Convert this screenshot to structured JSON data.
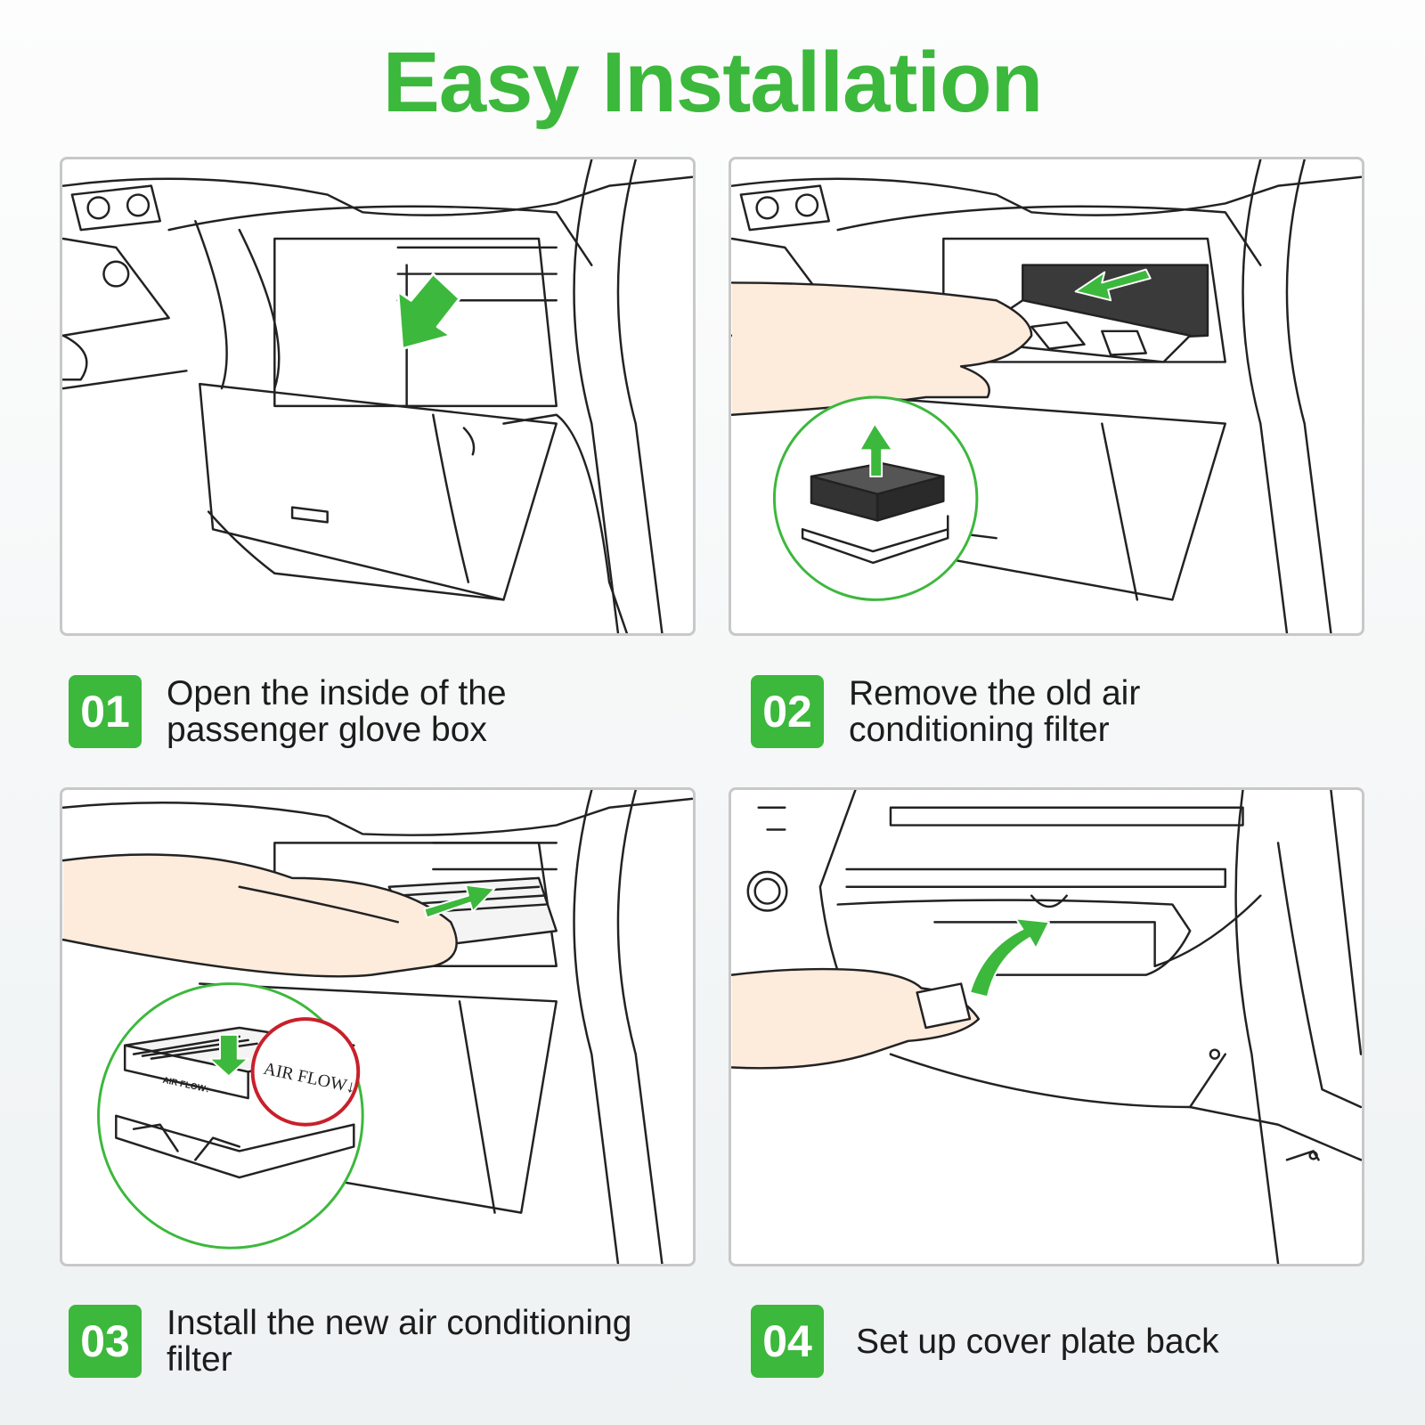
{
  "title": "Easy Installation",
  "colors": {
    "accent": "#3cb83c",
    "highlight_ring": "#c8202a",
    "skin": "#fdebdc"
  },
  "steps": [
    {
      "number": "01",
      "text_line1": "Open the inside of the",
      "text_line2": "passenger glove box",
      "icon": "arrow-down-icon"
    },
    {
      "number": "02",
      "text_line1": "Remove the old air",
      "text_line2": "conditioning filter",
      "icon": "arrow-up-icon"
    },
    {
      "number": "03",
      "text_line1": "Install the new air conditioning",
      "text_line2": "filter",
      "icon": "arrow-right-icon"
    },
    {
      "number": "04",
      "text_line1": "Set up cover plate back",
      "text_line2": "",
      "icon": "arrow-curved-up-icon"
    }
  ],
  "callout": {
    "label_small": "AIR FLOW↓",
    "label_large": "AIR FLOW↓"
  }
}
